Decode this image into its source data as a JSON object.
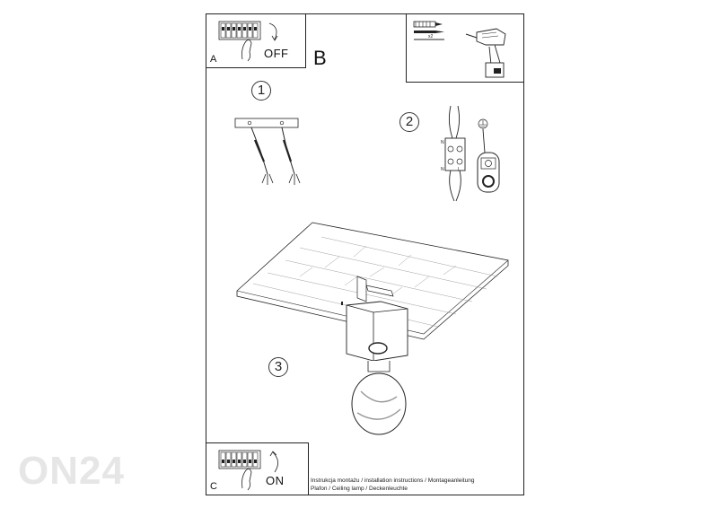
{
  "watermark": "ON24",
  "panel_a": {
    "letter": "A",
    "switch_label": "OFF"
  },
  "panel_b": {
    "letter": "B"
  },
  "panel_tools": {
    "quantity_label": "x2"
  },
  "panel_c": {
    "letter": "C",
    "switch_label": "ON"
  },
  "steps": [
    {
      "number": "1"
    },
    {
      "number": "2"
    },
    {
      "number": "3"
    }
  ],
  "wiring": {
    "label_n": "N",
    "label_l": "L"
  },
  "caption": {
    "line1": "Instrukcja montażu / installation instructions / Montageanleitung",
    "line2": "Plafon / Ceiling lamp / Deckenleuchte"
  }
}
